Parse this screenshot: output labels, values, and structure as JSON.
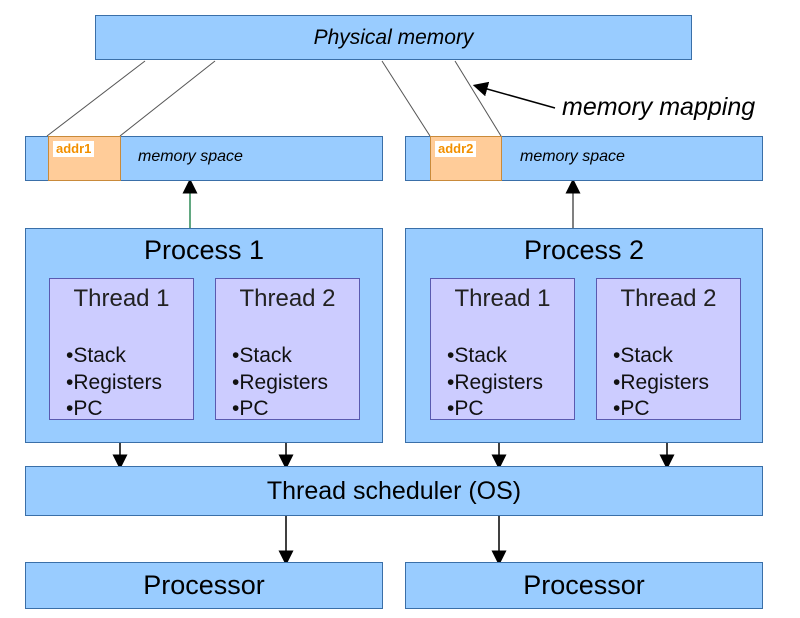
{
  "physical_memory": "Physical memory",
  "memory_mapping": "memory mapping",
  "memory_spaces": [
    {
      "addr": "addr1",
      "label": "memory space"
    },
    {
      "addr": "addr2",
      "label": "memory space"
    }
  ],
  "processes": [
    {
      "title": "Process 1",
      "threads": [
        {
          "title": "Thread 1",
          "items": [
            "•Stack",
            "•Registers",
            "•PC"
          ]
        },
        {
          "title": "Thread 2",
          "items": [
            "•Stack",
            "•Registers",
            "•PC"
          ]
        }
      ]
    },
    {
      "title": "Process 2",
      "threads": [
        {
          "title": "Thread 1",
          "items": [
            "•Stack",
            "•Registers",
            "•PC"
          ]
        },
        {
          "title": "Thread 2",
          "items": [
            "•Stack",
            "•Registers",
            "•PC"
          ]
        }
      ]
    }
  ],
  "scheduler": "Thread scheduler (OS)",
  "processors": [
    "Processor",
    "Processor"
  ],
  "colors": {
    "box_fill": "#99ccff",
    "thread_fill": "#ccccff",
    "addr_fill": "#ffcc99",
    "addr_text": "#f29000",
    "arrow_up": "#2e8b57"
  }
}
